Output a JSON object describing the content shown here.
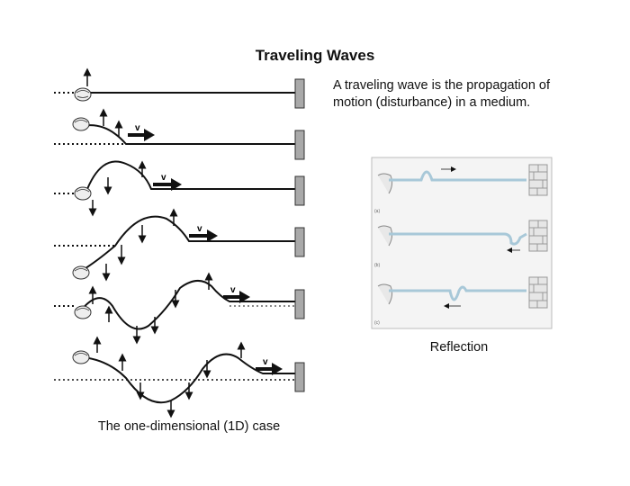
{
  "title": "Traveling Waves",
  "description_lines": [
    "A traveling wave is the propagation of",
    "motion (disturbance) in a medium."
  ],
  "caption_1d": "The one-dimensional (1D) case",
  "caption_reflection": "Reflection",
  "velocity_label": "v",
  "photo_panel_labels": [
    "(a)",
    "(b)",
    "(c)"
  ],
  "colors": {
    "rope": "#111111",
    "wall": "#a9a9a9",
    "photo_rope": "#a8c8d8"
  }
}
